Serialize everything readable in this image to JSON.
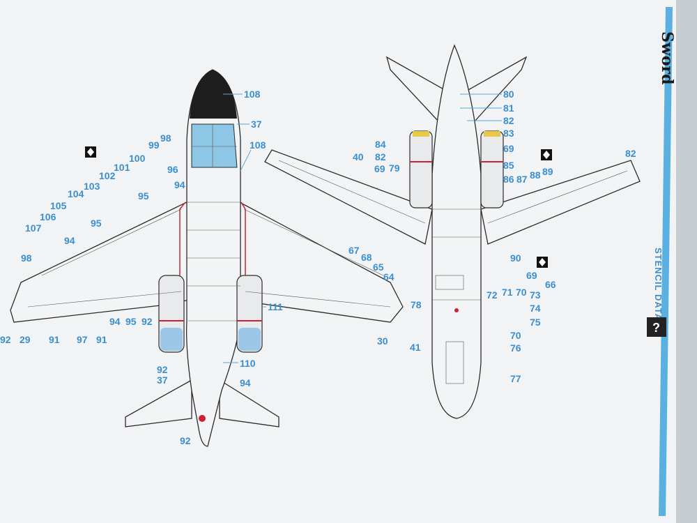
{
  "page": {
    "title": "STENCIL DATA",
    "brand": "Sword",
    "page_number": "?"
  },
  "callouts": {
    "top_view": [
      "108",
      "37",
      "108",
      "98",
      "99",
      "100",
      "101",
      "102",
      "103",
      "104",
      "105",
      "106",
      "107",
      "96",
      "94",
      "95",
      "95",
      "94",
      "98",
      "92",
      "29",
      "91",
      "97",
      "91",
      "94",
      "95",
      "92",
      "111",
      "30",
      "110",
      "92",
      "37",
      "94",
      "92"
    ],
    "bottom_view": [
      "80",
      "81",
      "82",
      "83",
      "69",
      "84",
      "82",
      "79",
      "69",
      "40",
      "85",
      "86",
      "87",
      "88",
      "89",
      "82",
      "67",
      "68",
      "65",
      "64",
      "78",
      "90",
      "69",
      "66",
      "72",
      "71",
      "70",
      "73",
      "74",
      "75",
      "70",
      "41",
      "76",
      "77"
    ]
  }
}
